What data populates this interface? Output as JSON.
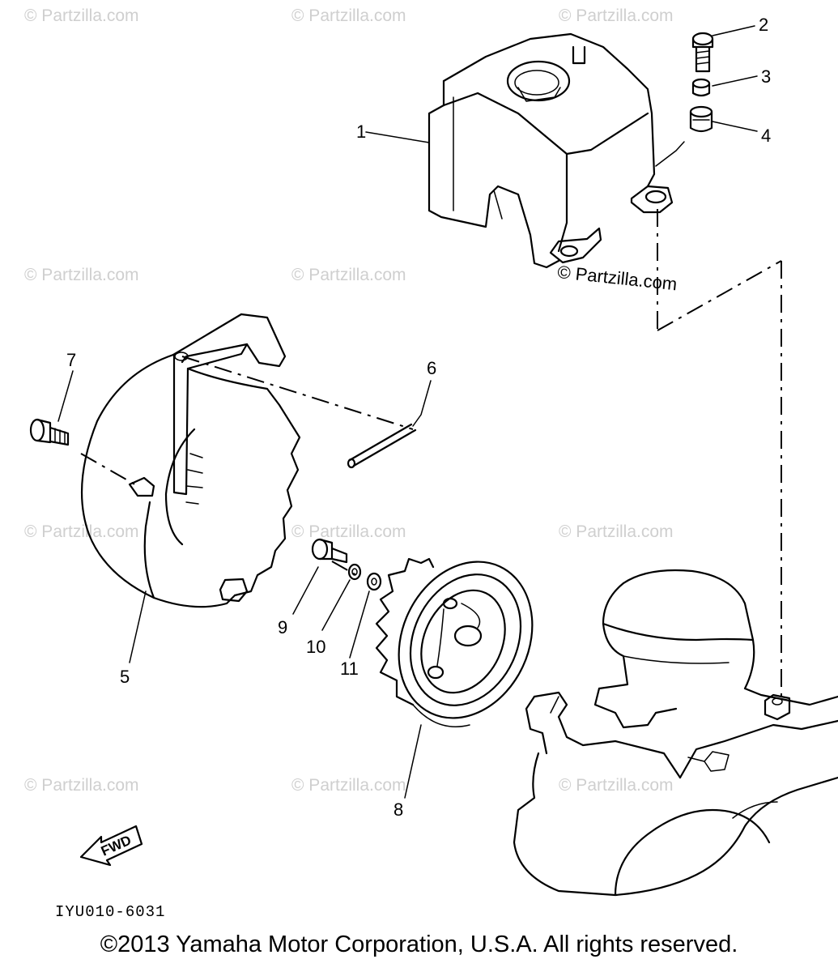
{
  "watermark_text": "© Partzilla.com",
  "center_watermark": "© Partzilla.com",
  "callouts": {
    "p1": "1",
    "p2": "2",
    "p3": "3",
    "p4": "4",
    "p5": "5",
    "p6": "6",
    "p7": "7",
    "p8": "8",
    "p9": "9",
    "p10": "10",
    "p11": "11"
  },
  "fwd_label": "FWD",
  "diagram_code": "IYU010-6031",
  "copyright": "©2013 Yamaha Motor Corporation, U.S.A. All rights reserved."
}
